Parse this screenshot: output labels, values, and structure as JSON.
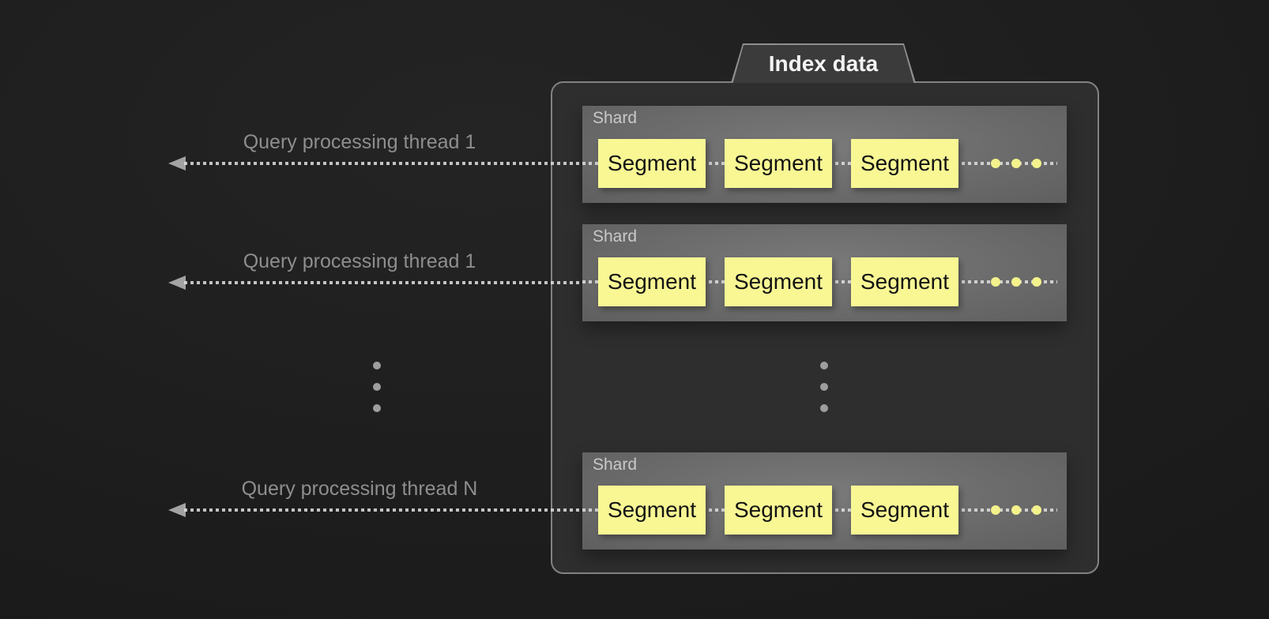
{
  "diagram": {
    "tab_title": "Index data",
    "threads": [
      {
        "label": "Query processing thread 1"
      },
      {
        "label": "Query processing thread 1"
      },
      {
        "label": "Query processing thread N"
      }
    ],
    "shards": [
      {
        "label": "Shard",
        "segments": [
          "Segment",
          "Segment",
          "Segment"
        ]
      },
      {
        "label": "Shard",
        "segments": [
          "Segment",
          "Segment",
          "Segment"
        ]
      },
      {
        "label": "Shard",
        "segments": [
          "Segment",
          "Segment",
          "Segment"
        ]
      }
    ],
    "colors": {
      "background": "#1d1d1d",
      "container_fill": "#2e2e2e",
      "container_border": "#828282",
      "tab_fill": "#3b3b3b",
      "tab_text": "#f4f4f4",
      "shard_fill": "#6b6b6b",
      "shard_label_text": "#c9c9c9",
      "segment_fill": "#f8f794",
      "segment_text": "#131313",
      "thread_label_text": "#8e8e8e",
      "dotted_line": "#e0e0e0",
      "arrowhead": "#a3a3a3",
      "gray_ellipsis_dot": "#9e9e9e",
      "yellow_ellipsis_dot": "#f3f28c"
    }
  }
}
